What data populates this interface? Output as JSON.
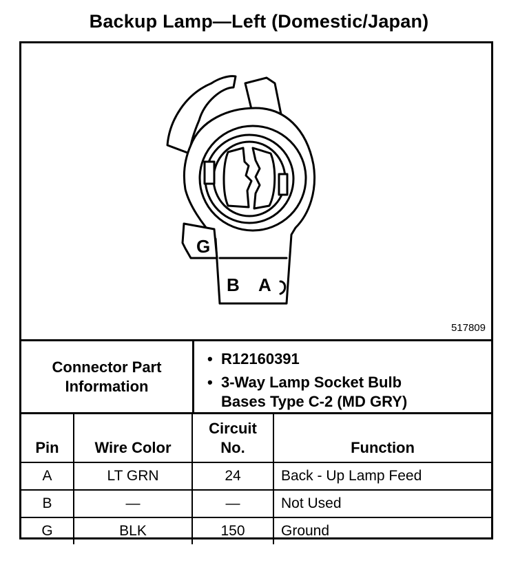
{
  "title": "Backup Lamp—Left (Domestic/Japan)",
  "figure_number": "517809",
  "diagram": {
    "labels": {
      "g": "G",
      "b": "B",
      "a": "A"
    }
  },
  "connector_info": {
    "label_line1": "Connector Part",
    "label_line2": "Information",
    "items": [
      {
        "line1": "R12160391",
        "line2": ""
      },
      {
        "line1": "3-Way Lamp Socket Bulb",
        "line2": "Bases Type C-2 (MD GRY)"
      }
    ]
  },
  "pin_table": {
    "headers": {
      "pin": "Pin",
      "wire_color": "Wire Color",
      "circuit_line1": "Circuit",
      "circuit_line2": "No.",
      "function": "Function"
    },
    "rows": [
      {
        "pin": "A",
        "wire_color": "LT GRN",
        "circuit": "24",
        "function": "Back - Up Lamp Feed"
      },
      {
        "pin": "B",
        "wire_color": "—",
        "circuit": "—",
        "function": "Not Used"
      },
      {
        "pin": "G",
        "wire_color": "BLK",
        "circuit": "150",
        "function": "Ground"
      }
    ]
  }
}
